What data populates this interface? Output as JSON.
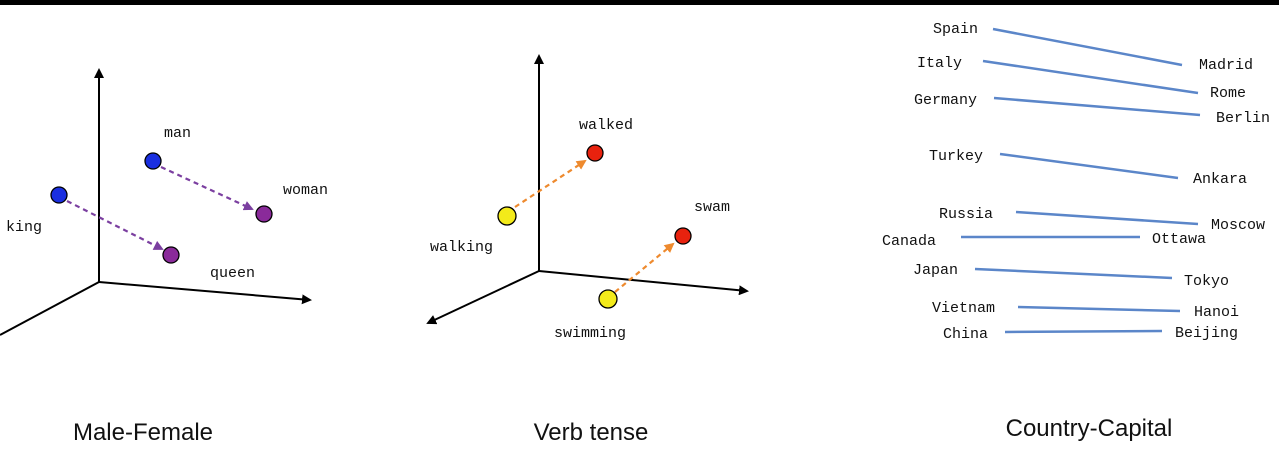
{
  "panels": [
    {
      "caption": "Male-Female",
      "words": [
        "man",
        "woman",
        "king",
        "queen"
      ]
    },
    {
      "caption": "Verb tense",
      "words": [
        "walked",
        "walking",
        "swam",
        "swimming"
      ]
    },
    {
      "caption": "Country-Capital",
      "pairs": [
        {
          "country": "Spain",
          "capital": "Madrid"
        },
        {
          "country": "Italy",
          "capital": "Rome"
        },
        {
          "country": "Germany",
          "capital": "Berlin"
        },
        {
          "country": "Turkey",
          "capital": "Ankara"
        },
        {
          "country": "Russia",
          "capital": "Moscow"
        },
        {
          "country": "Canada",
          "capital": "Ottawa"
        },
        {
          "country": "Japan",
          "capital": "Tokyo"
        },
        {
          "country": "Vietnam",
          "capital": "Hanoi"
        },
        {
          "country": "China",
          "capital": "Beijing"
        }
      ]
    }
  ],
  "colors": {
    "male_point": "#1a2fe0",
    "female_point": "#8a2a9a",
    "gender_arrow": "#7b3fa0",
    "present_point": "#f3ea1a",
    "past_point": "#e8220e",
    "tense_arrow": "#ee8a2e",
    "country_line": "#5b86c9"
  }
}
